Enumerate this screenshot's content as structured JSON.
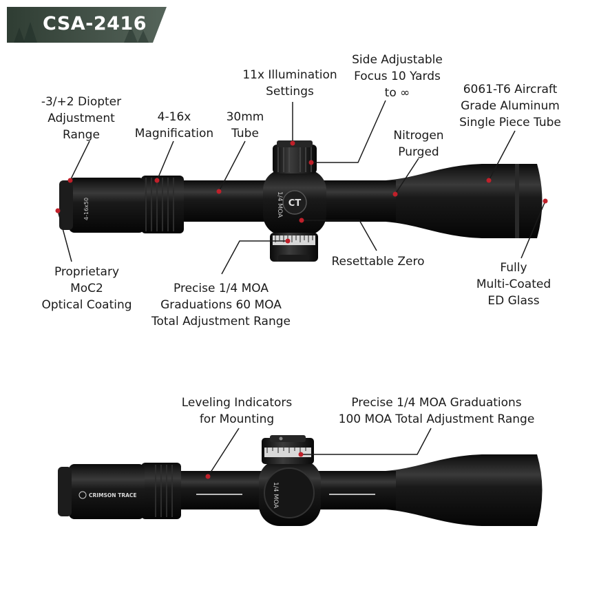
{
  "model": "CSA-2416",
  "colors": {
    "badge_bg": "#3a4a3e",
    "leader": "#c0202a",
    "scope_body": "#111111",
    "background": "#ffffff"
  },
  "scope_top": {
    "eyepiece_marking": "4-16x50",
    "turret_marking": "1/4 MOA",
    "logo": "CT",
    "callouts": {
      "diopter": [
        "-3/+2 Diopter",
        "Adjustment",
        "Range"
      ],
      "magnification": [
        "4-16x",
        "Magnification"
      ],
      "tube": [
        "30mm",
        "Tube"
      ],
      "illumination": [
        "11x Illumination",
        "Settings"
      ],
      "focus": [
        "Side Adjustable",
        "Focus 10 Yards",
        "to ∞"
      ],
      "aluminum": [
        "6061-T6 Aircraft",
        "Grade Aluminum",
        "Single Piece Tube"
      ],
      "nitrogen": [
        "Nitrogen",
        "Purged"
      ],
      "coating": [
        "Proprietary",
        "MoC2",
        "Optical Coating"
      ],
      "graduations": [
        "Precise 1/4 MOA",
        "Graduations 60 MOA",
        "Total Adjustment Range"
      ],
      "zero": [
        "Resettable Zero"
      ],
      "glass": [
        "Fully",
        "Multi-Coated",
        "ED Glass"
      ]
    }
  },
  "scope_bottom": {
    "brand_marking": "CRIMSON TRACE",
    "turret_marking": "1/4 MOA",
    "callouts": {
      "leveling": [
        "Leveling Indicators",
        "for Mounting"
      ],
      "graduations": [
        "Precise 1/4 MOA Graduations",
        "100 MOA Total Adjustment Range"
      ]
    }
  }
}
